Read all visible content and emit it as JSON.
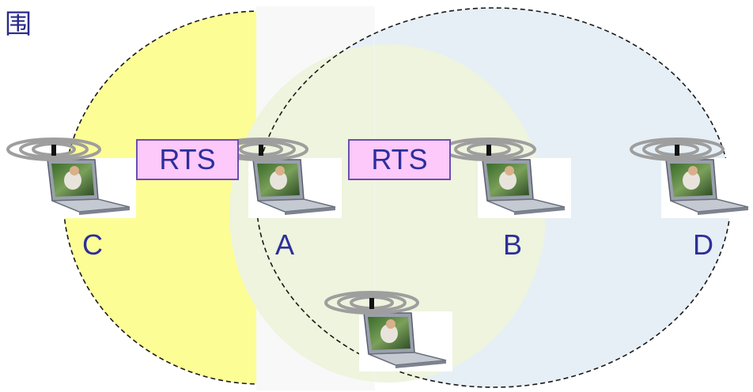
{
  "corner_text_left": "围",
  "corner_text_right": "",
  "nodes": [
    {
      "id": "C",
      "label": "C"
    },
    {
      "id": "A",
      "label": "A"
    },
    {
      "id": "B",
      "label": "B"
    },
    {
      "id": "D",
      "label": "D"
    },
    {
      "id": "E",
      "label": ""
    }
  ],
  "messages": [
    {
      "label": "RTS",
      "from": "C",
      "to": "A"
    },
    {
      "label": "RTS",
      "from": "A",
      "to": "B"
    }
  ],
  "colors": {
    "yellow_region": "#fdfd96",
    "green_region": "#eef4dd",
    "blue_region": "#e6eff6",
    "rts_fill": "#fdc8fa",
    "rts_border": "#6a4fb0",
    "label_text": "#2e2e9a"
  },
  "icons": [
    "wireless-signal-icon",
    "laptop-icon"
  ]
}
